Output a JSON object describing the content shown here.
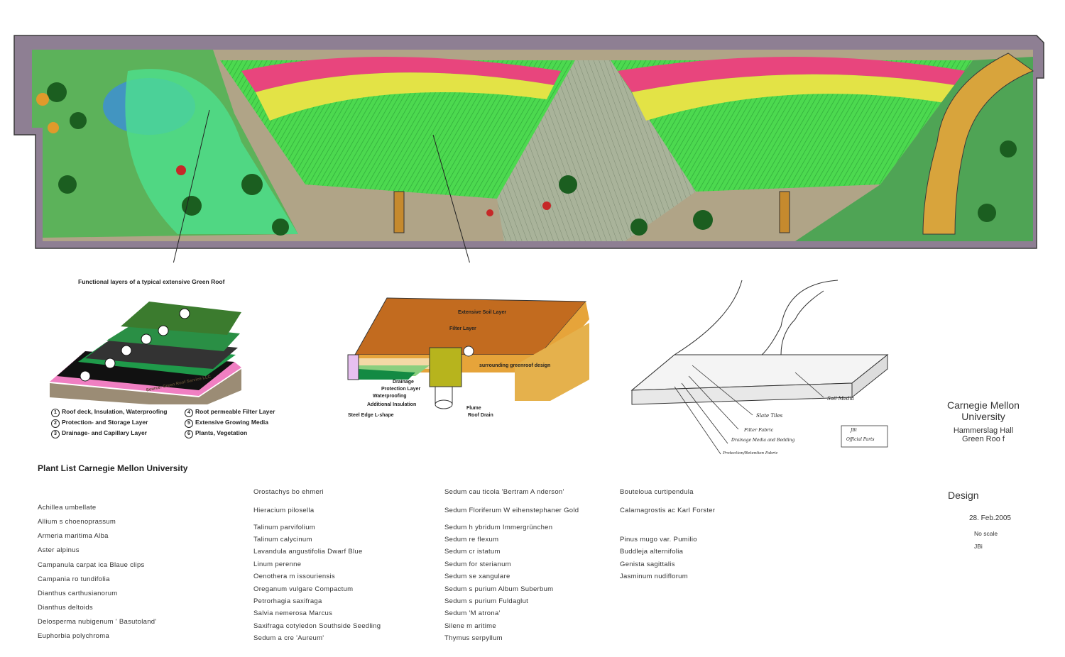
{
  "site_plan": {
    "description_colors": {
      "border": "#8e7f93",
      "lawn": "#3fd14a",
      "pink_band": "#e8457d",
      "yellow_band": "#e3e346",
      "path": "#b3a58a",
      "stone": "#d8a43c"
    }
  },
  "layers_diagram": {
    "title": "Functional layers of a typical extensive Green Roof",
    "source": "Source: Green Roof Service LLC",
    "legend": [
      {
        "n": "1",
        "text": "Roof deck, Insulation, Waterproofing"
      },
      {
        "n": "2",
        "text": "Protection- and Storage Layer"
      },
      {
        "n": "3",
        "text": "Drainage- and Capillary Layer"
      },
      {
        "n": "4",
        "text": "Root permeable Filter Layer"
      },
      {
        "n": "5",
        "text": "Extensive Growing Media"
      },
      {
        "n": "6",
        "text": "Plants, Vegetation"
      }
    ]
  },
  "section_diagram": {
    "labels": {
      "soil": "Extensive Soil Layer",
      "filter": "Filter Layer",
      "drainage": "Drainage",
      "protection": "Protection Layer",
      "waterproofing": "Waterproofing",
      "insulation": "Additional Insulation",
      "steel_edge": "Steel Edge L-shape",
      "surrounding": "surrounding greenroof design",
      "flume": "Flume",
      "drain": "Roof Drain"
    }
  },
  "sketch": {
    "labels": {
      "soil_media": "Soil Media",
      "slate_tiles": "Slate Tiles",
      "filter_fabric": "Filter Fabric",
      "drainage_media": "Drainage Media and Bedding",
      "retention_fabric": "Protection/Retention Fabric",
      "stamp_line1": "JBi",
      "stamp_line2": "Official Parts"
    }
  },
  "title_block": {
    "org_line1": "Carnegie Mellon",
    "org_line2": "University",
    "project_line1": "Hammerslag Hall",
    "project_line2": "Green Roo f",
    "design_label": "Design",
    "date": "28. Feb.2005",
    "scale": "No scale",
    "author": "JBi"
  },
  "plant_list": {
    "heading": "Plant List Carnegie Mellon University",
    "col1": [
      "Achillea umbellate",
      "Allium s choenoprassum",
      "Armeria maritima Alba",
      "Aster alpinus",
      "Campanula carpat ica Blaue clips",
      "Campania ro tundifolia",
      "Dianthus carthusianorum",
      "Dianthus deltoids",
      "Delosperma nubigenum ' Basutoland'",
      "Euphorbia polychroma"
    ],
    "col2": [
      "Orostachys bo ehmeri",
      "Hieracium pilosella",
      "Talinum parvifolium",
      "Talinum calycinum",
      "Lavandula angustifolia Dwarf Blue",
      "Linum perenne",
      "Oenothera m issouriensis",
      "Oreganum vulgare Compactum",
      "Petrorhagia saxifraga",
      "Salvia nemerosa Marcus",
      "Saxifraga cotyledon Southside Seedling",
      "Sedum a cre 'Aureum'"
    ],
    "col3": [
      "Sedum cau ticola 'Bertram A nderson'",
      "Sedum Floriferum W eihenstephaner Gold",
      "Sedum h ybridum Immergrünchen",
      "Sedum re flexum",
      "Sedum cr istatum",
      "Sedum for sterianum",
      "Sedum se xangulare",
      "Sedum s purium Album Suberbum",
      "Sedum s purium Fuldaglut",
      "Sedum 'M atrona'",
      "Silene m aritime",
      "Thymus serpyllum"
    ],
    "col4": [
      "Bouteloua curtipendula",
      "Calamagrostis ac Karl Forster",
      "Pinus mugo var. Pumilio",
      "Buddleja alternifolia",
      "Genista sagittalis",
      "Jasminum nudiflorum"
    ]
  }
}
